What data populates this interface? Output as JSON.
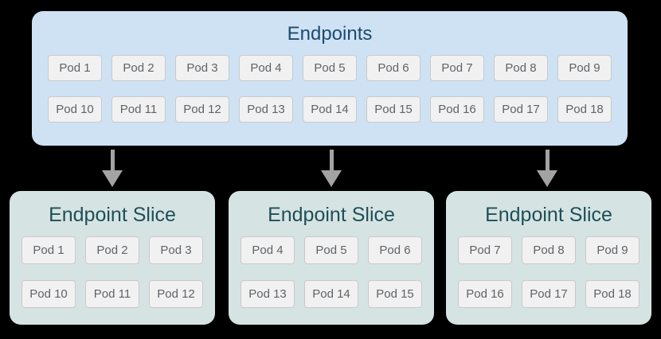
{
  "colors": {
    "canvas_bg": "#000000",
    "endpoints_bg": "#cfe2f4",
    "endpoints_title": "#1c4a70",
    "slice_bg": "#d5e4e3",
    "slice_title": "#1f4e58",
    "pod_bg": "#f1f1f1",
    "pod_border": "#c9c9c9",
    "pod_text": "#5f6368",
    "arrow_color": "#a3a3a3"
  },
  "endpoints": {
    "title": "Endpoints",
    "pods": [
      "Pod 1",
      "Pod 2",
      "Pod 3",
      "Pod 4",
      "Pod 5",
      "Pod 6",
      "Pod 7",
      "Pod 8",
      "Pod 9",
      "Pod 10",
      "Pod 11",
      "Pod 12",
      "Pod 13",
      "Pod 14",
      "Pod 15",
      "Pod 16",
      "Pod 17",
      "Pod 18"
    ]
  },
  "arrows": {
    "icon": "down-arrow",
    "count": 3
  },
  "slices": [
    {
      "title": "Endpoint Slice",
      "pods": [
        "Pod 1",
        "Pod 2",
        "Pod 3",
        "Pod 10",
        "Pod 11",
        "Pod 12"
      ]
    },
    {
      "title": "Endpoint Slice",
      "pods": [
        "Pod 4",
        "Pod 5",
        "Pod 6",
        "Pod 13",
        "Pod 14",
        "Pod 15"
      ]
    },
    {
      "title": "Endpoint Slice",
      "pods": [
        "Pod 7",
        "Pod 8",
        "Pod 9",
        "Pod 16",
        "Pod 17",
        "Pod 18"
      ]
    }
  ]
}
